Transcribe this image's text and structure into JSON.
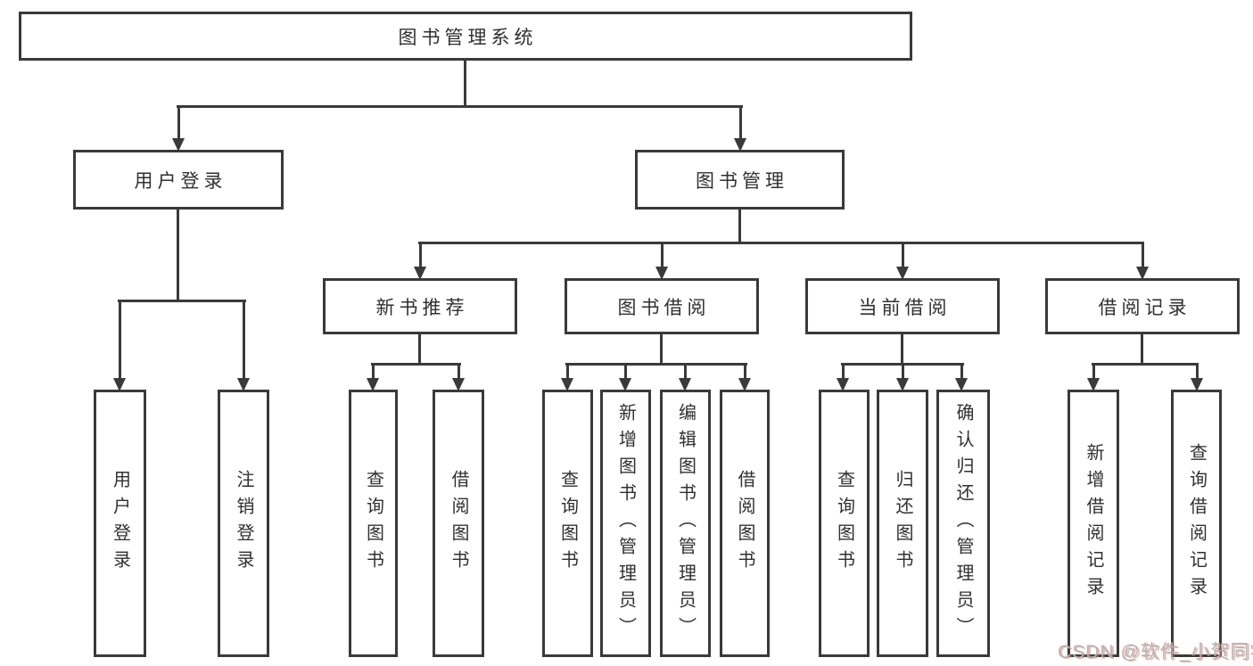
{
  "colors": {
    "background": "#ffffff",
    "line": "#3a3a3a",
    "text": "#303030",
    "watermark_gray": "#b3b3b3",
    "watermark_red": "#d6786e"
  },
  "nodes": {
    "root": {
      "label": "图书管理系统"
    },
    "user_login": {
      "label": "用户登录"
    },
    "book_mgmt": {
      "label": "图书管理"
    },
    "new_book_rec": {
      "label": "新书推荐"
    },
    "book_borrow": {
      "label": "图书借阅"
    },
    "current_borrow": {
      "label": "当前借阅"
    },
    "borrow_record": {
      "label": "借阅记录"
    },
    "leaf_user_login": {
      "label": "用户登录"
    },
    "leaf_logout": {
      "label": "注销登录"
    },
    "leaf_query_book_1": {
      "label": "查询图书"
    },
    "leaf_borrow_book_1": {
      "label": "借阅图书"
    },
    "leaf_query_book_2": {
      "label": "查询图书"
    },
    "leaf_add_book": {
      "label": "新增图书（管理员）"
    },
    "leaf_edit_book": {
      "label": "编辑图书（管理员）"
    },
    "leaf_borrow_book_2": {
      "label": "借阅图书"
    },
    "leaf_query_book_3": {
      "label": "查询图书"
    },
    "leaf_return_book": {
      "label": "归还图书"
    },
    "leaf_confirm_return": {
      "label": "确认归还（管理员）"
    },
    "leaf_add_record": {
      "label": "新增借阅记录"
    },
    "leaf_query_record": {
      "label": "查询借阅记录"
    }
  },
  "edges": [
    [
      "root",
      "user_login"
    ],
    [
      "root",
      "book_mgmt"
    ],
    [
      "user_login",
      "leaf_user_login"
    ],
    [
      "user_login",
      "leaf_logout"
    ],
    [
      "book_mgmt",
      "new_book_rec"
    ],
    [
      "book_mgmt",
      "book_borrow"
    ],
    [
      "book_mgmt",
      "current_borrow"
    ],
    [
      "book_mgmt",
      "borrow_record"
    ],
    [
      "new_book_rec",
      "leaf_query_book_1"
    ],
    [
      "new_book_rec",
      "leaf_borrow_book_1"
    ],
    [
      "book_borrow",
      "leaf_query_book_2"
    ],
    [
      "book_borrow",
      "leaf_add_book"
    ],
    [
      "book_borrow",
      "leaf_edit_book"
    ],
    [
      "book_borrow",
      "leaf_borrow_book_2"
    ],
    [
      "current_borrow",
      "leaf_query_book_3"
    ],
    [
      "current_borrow",
      "leaf_return_book"
    ],
    [
      "current_borrow",
      "leaf_confirm_return"
    ],
    [
      "borrow_record",
      "leaf_add_record"
    ],
    [
      "borrow_record",
      "leaf_query_record"
    ]
  ],
  "watermark": {
    "text": "CSDN @软件_小贺同学"
  }
}
